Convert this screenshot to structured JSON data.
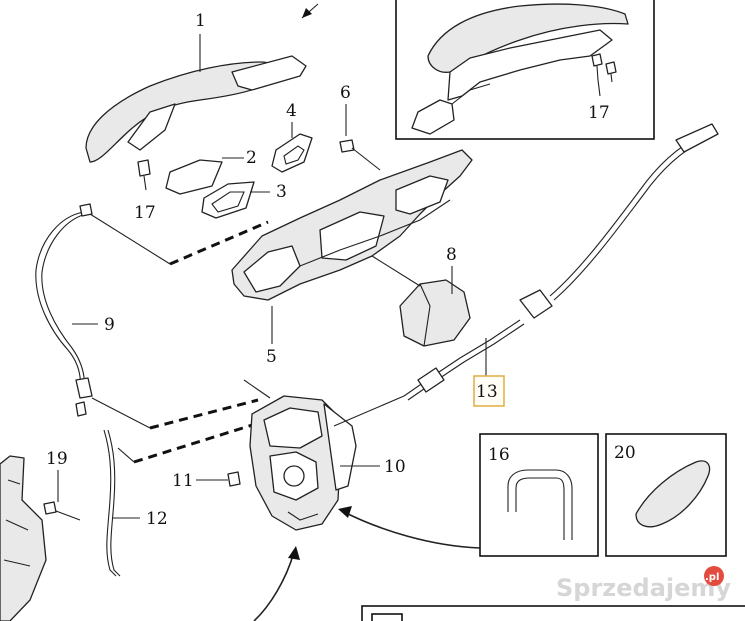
{
  "callouts": {
    "c1": "1",
    "c2": "2",
    "c3": "3",
    "c4": "4",
    "c5": "5",
    "c6": "6",
    "c8": "8",
    "c9": "9",
    "c10": "10",
    "c11": "11",
    "c12": "12",
    "c13": "13",
    "c16": "16",
    "c17a": "17",
    "c17b": "17",
    "c19": "19",
    "c20": "20"
  },
  "watermark": {
    "brand": "Sprzedajemy",
    "tld": ".pl"
  },
  "colors": {
    "highlight_box": "#e2b24a",
    "watermark_dot": "#e44b3f"
  }
}
